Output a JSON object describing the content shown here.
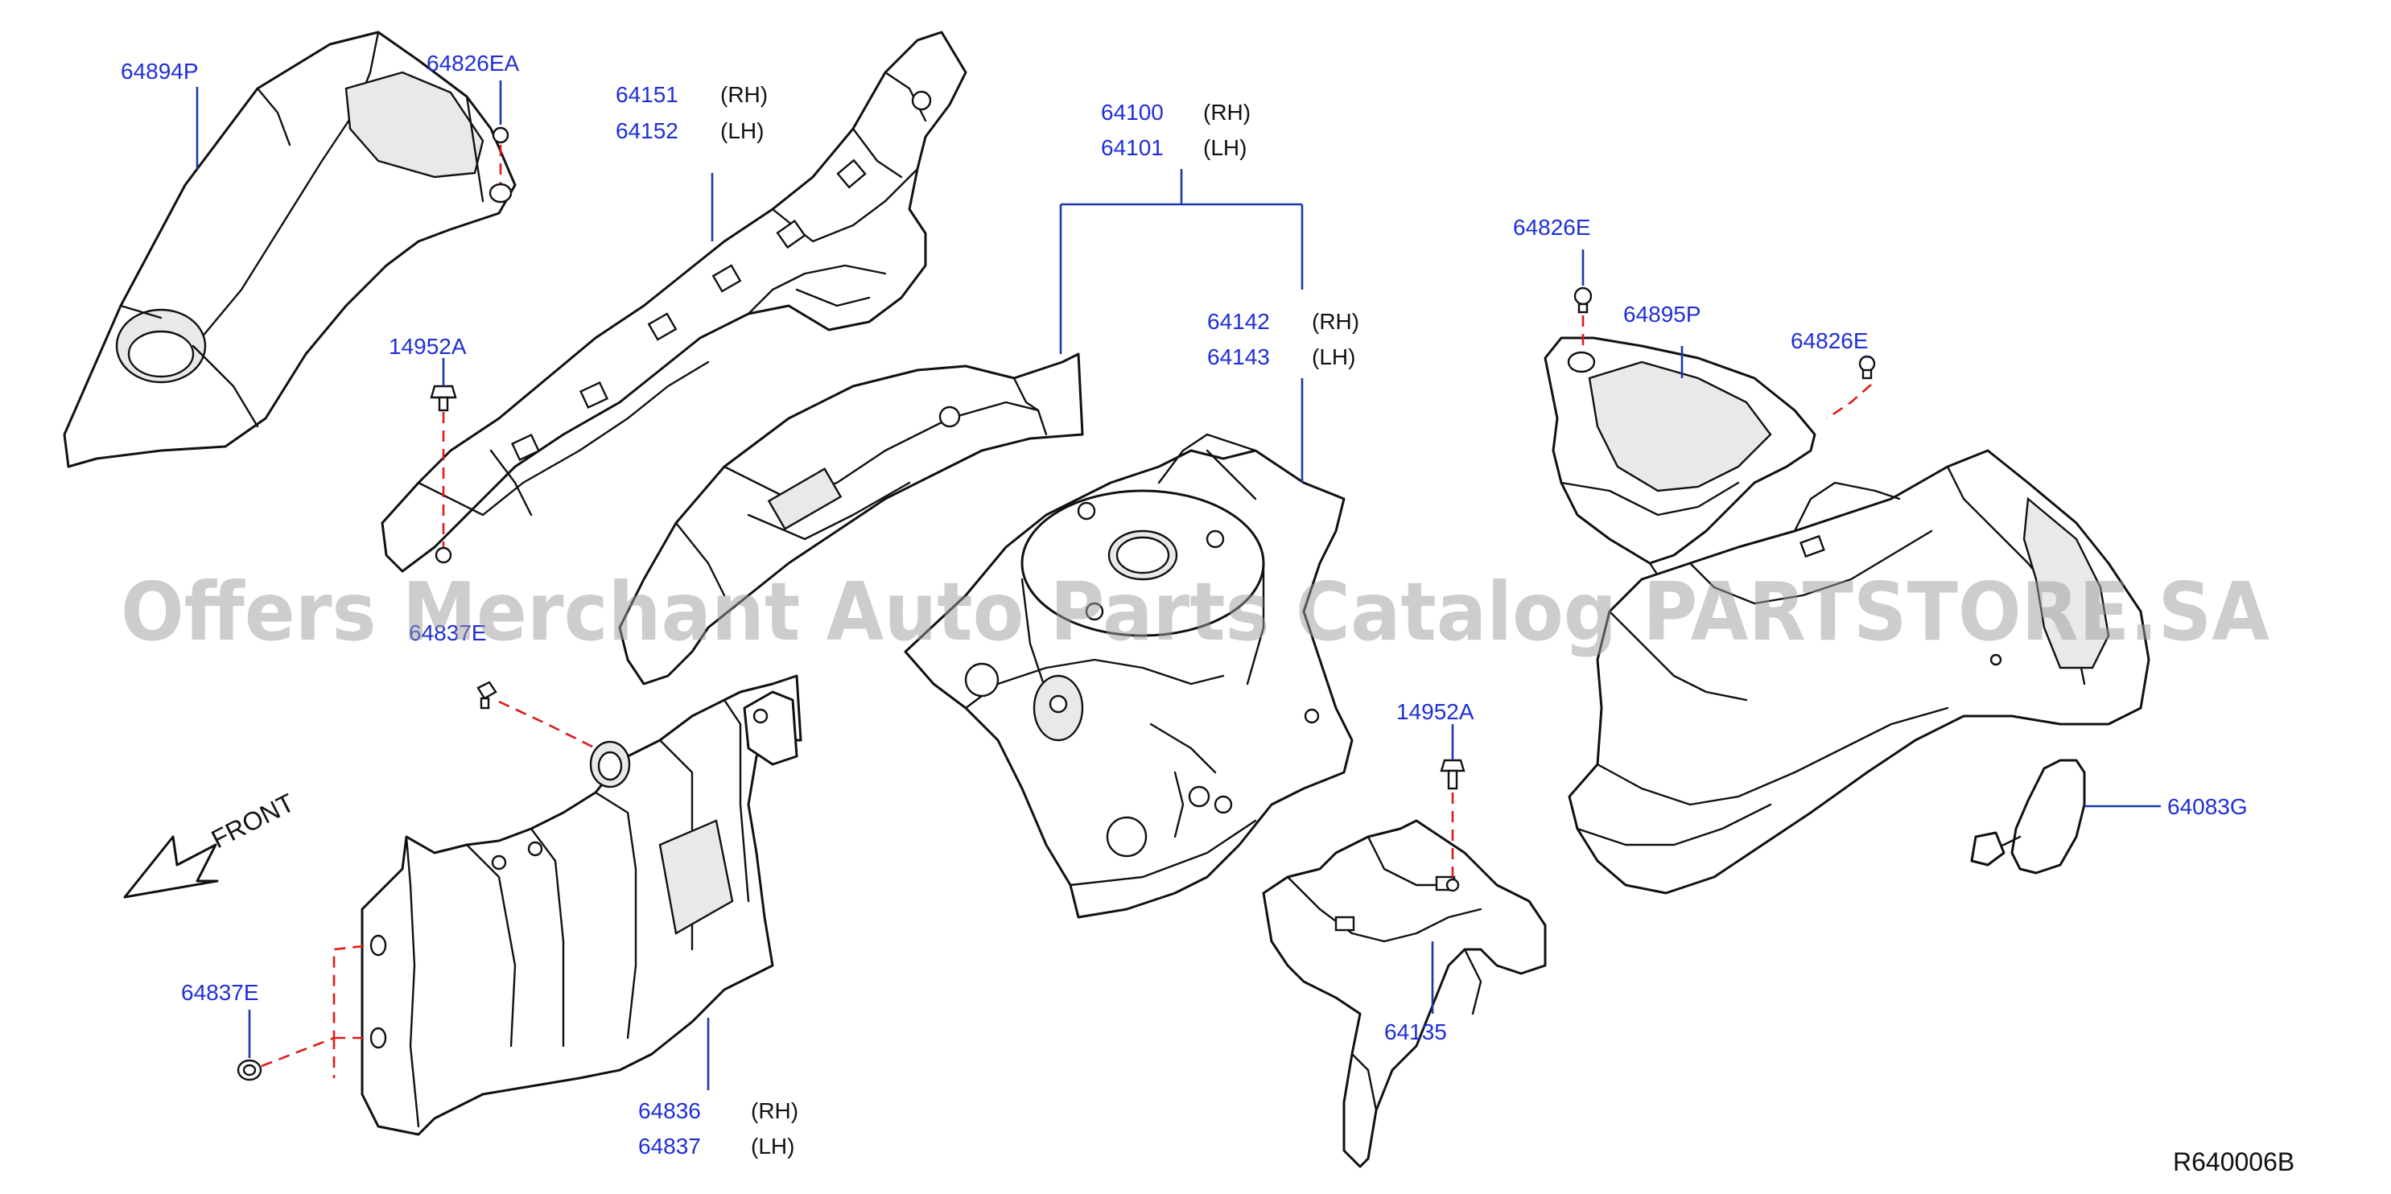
{
  "callouts": [
    {
      "id": "c1",
      "part": "64894P",
      "side": ""
    },
    {
      "id": "c2",
      "part": "64826EA",
      "side": ""
    },
    {
      "id": "c3",
      "part": "64151",
      "side": "(RH)"
    },
    {
      "id": "c4",
      "part": "64152",
      "side": "(LH)"
    },
    {
      "id": "c5",
      "part": "64100",
      "side": "(RH)"
    },
    {
      "id": "c6",
      "part": "64101",
      "side": "(LH)"
    },
    {
      "id": "c7",
      "part": "64142",
      "side": "(RH)"
    },
    {
      "id": "c8",
      "part": "64143",
      "side": "(LH)"
    },
    {
      "id": "c9",
      "part": "64826E",
      "side": ""
    },
    {
      "id": "c10",
      "part": "64895P",
      "side": ""
    },
    {
      "id": "c11",
      "part": "64826E",
      "side": ""
    },
    {
      "id": "c12",
      "part": "14952A",
      "side": ""
    },
    {
      "id": "c13",
      "part": "64837E",
      "side": ""
    },
    {
      "id": "c14",
      "part": "14952A",
      "side": ""
    },
    {
      "id": "c15",
      "part": "64083G",
      "side": ""
    },
    {
      "id": "c16",
      "part": "64837E",
      "side": ""
    },
    {
      "id": "c17",
      "part": "64135",
      "side": ""
    },
    {
      "id": "c18",
      "part": "64836",
      "side": "(RH)"
    },
    {
      "id": "c19",
      "part": "64837",
      "side": "(LH)"
    }
  ],
  "front_label": "FRONT",
  "watermark": "Offers Merchant Auto Parts Catalog PARTSTORE.SA",
  "reference_code": "R640006B",
  "colors": {
    "part_number": "#1f2fd6",
    "leader": "#1a3aa8",
    "fastener_path": "#e01919",
    "outline": "#111111"
  }
}
